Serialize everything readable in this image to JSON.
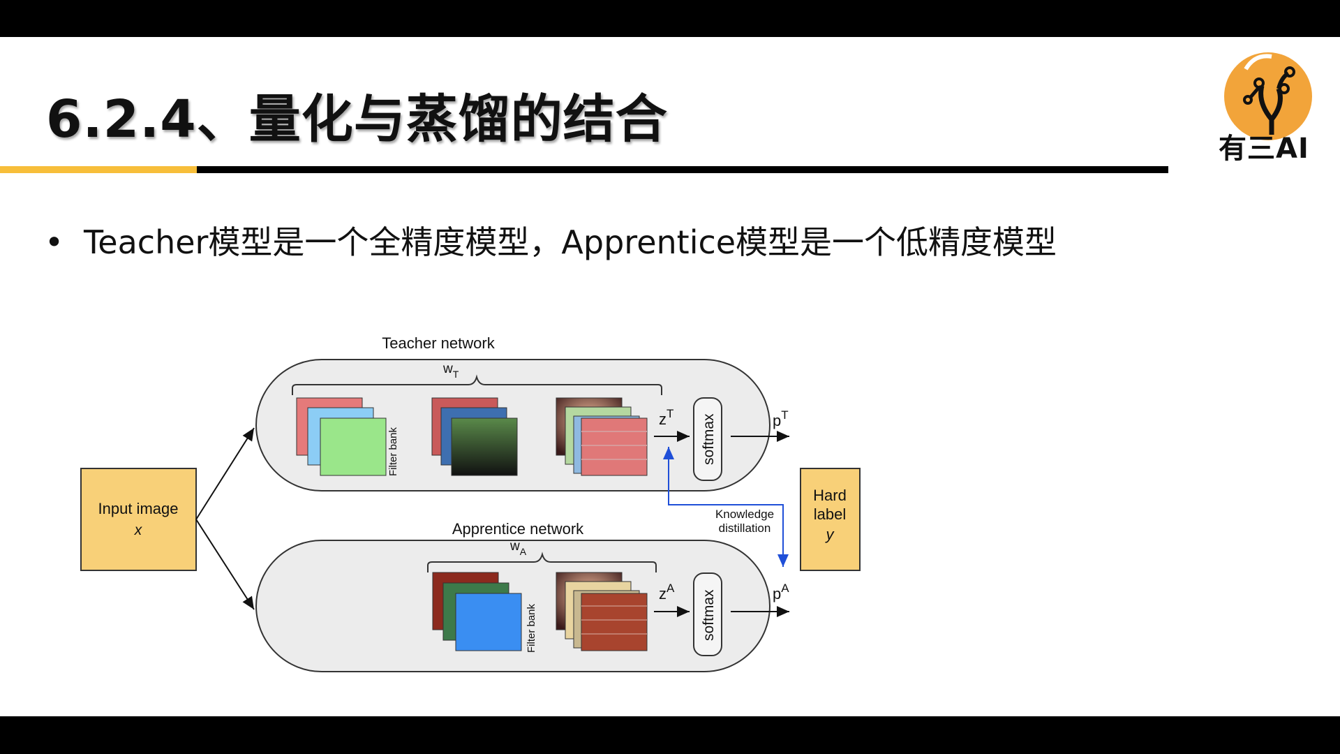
{
  "slide": {
    "title": "6.2.4、量化与蒸馏的结合",
    "bullet": "Teacher模型是一个全精度模型，Apprentice模型是一个低精度模型",
    "logo_text": "有三AI",
    "colors": {
      "accent_yellow": "#F7BE3A",
      "bar_black": "#000000",
      "logo_orange": "#F2A43A"
    }
  },
  "diagram": {
    "teacher_title": "Teacher network",
    "apprentice_title": "Apprentice network",
    "input_line1": "Input image",
    "input_var": "x",
    "hard_line1": "Hard",
    "hard_line2": "label",
    "hard_var": "y",
    "filter_bank": "Filter bank",
    "softmax": "softmax",
    "kd_line1": "Knowledge",
    "kd_line2": "distillation",
    "wt": "w",
    "wt_sub": "T",
    "wa": "w",
    "wa_sub": "A",
    "zt": "z",
    "zt_sup": "T",
    "pt": "p",
    "pt_sup": "T",
    "za": "z",
    "za_sup": "A",
    "pa": "p",
    "pa_sup": "A"
  }
}
